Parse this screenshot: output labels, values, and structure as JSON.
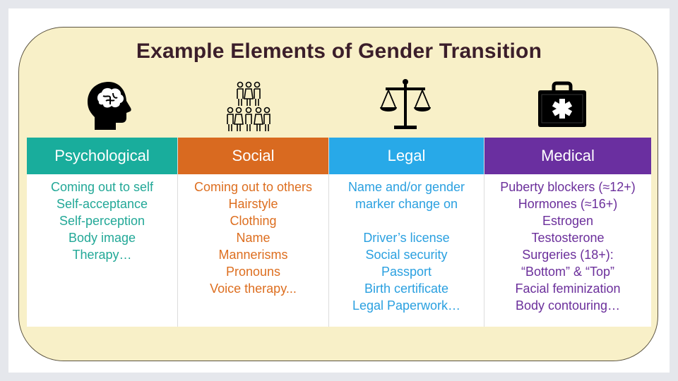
{
  "title": "Example Elements of Gender Transition",
  "columns": [
    {
      "header": "Psychological",
      "color": "#19ad9c",
      "text_color": "#22a897",
      "items": [
        "Coming out to self",
        "Self-acceptance",
        "Self-perception",
        "Body image",
        "Therapy…"
      ]
    },
    {
      "header": "Social",
      "color": "#d96a20",
      "text_color": "#dd6e1f",
      "items": [
        "Coming out to others",
        "Hairstyle",
        "Clothing",
        "Name",
        "Mannerisms",
        "Pronouns",
        "Voice therapy..."
      ]
    },
    {
      "header": "Legal",
      "color": "#28a9e8",
      "text_color": "#2aa0e0",
      "items_top": [
        "Name and/or gender",
        "marker change on"
      ],
      "items": [
        "Driver’s license",
        "Social security",
        "Passport",
        "Birth certificate",
        "Legal Paperwork…"
      ]
    },
    {
      "header": "Medical",
      "color": "#6a2fa0",
      "text_color": "#6b2f9b",
      "items": [
        "Puberty blockers (≈12+)",
        "Hormones (≈16+)",
        "Estrogen",
        "Testosterone",
        "Surgeries (18+):",
        "“Bottom” & “Top”",
        "Facial feminization",
        "Body contouring…"
      ]
    }
  ],
  "icons": [
    "brain-head-icon",
    "people-group-icon",
    "scales-of-justice-icon",
    "medical-kit-icon"
  ]
}
